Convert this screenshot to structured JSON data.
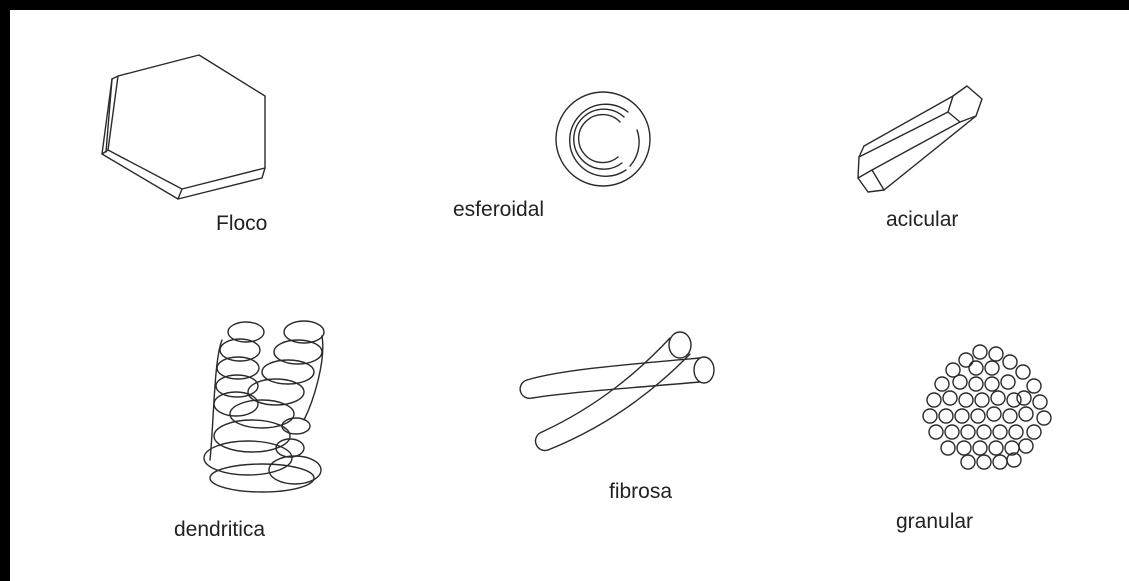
{
  "labels": {
    "floco": "Floco",
    "esferoidal": "esferoidal",
    "acicular": "acicular",
    "dendritica": "dendritica",
    "fibrosa": "fibrosa",
    "granular": "granular"
  },
  "colors": {
    "frame": "#000000",
    "line": "#2a2a2a",
    "background": "#ffffff"
  }
}
